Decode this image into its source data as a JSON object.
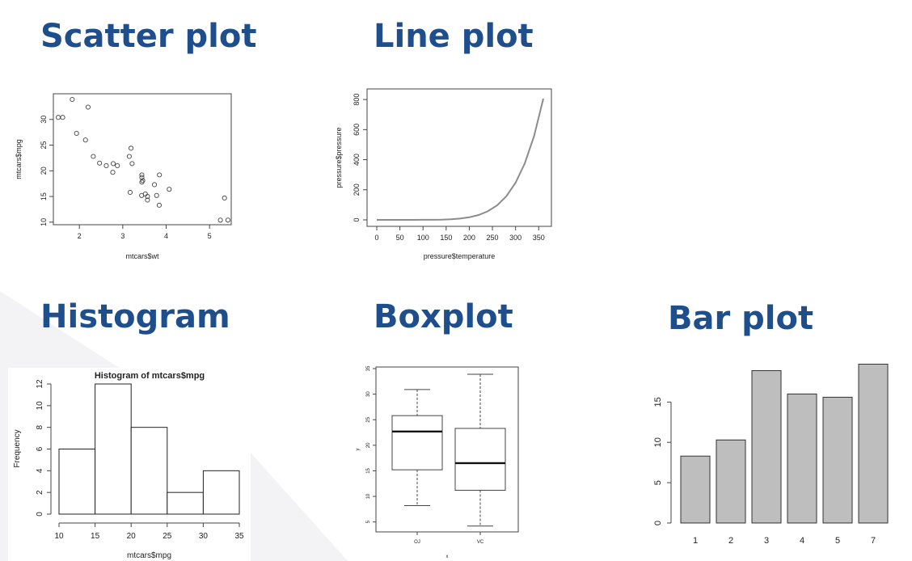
{
  "headings": {
    "scatter": "Scatter plot",
    "line": "Line plot",
    "histogram": "Histogram",
    "boxplot": "Boxplot",
    "bar": "Bar plot"
  },
  "colors": {
    "heading": "#1f4e8c",
    "bar_fill": "#bebebe",
    "line": "#8c8c8c",
    "background_shape": "#f3f3f5"
  },
  "chart_data": [
    {
      "id": "scatter",
      "type": "scatter",
      "xlabel": "mtcars$wt",
      "ylabel": "mtcars$mpg",
      "xlim": [
        1.4,
        5.5
      ],
      "ylim": [
        9.5,
        35
      ],
      "xticks": [
        2,
        3,
        4,
        5
      ],
      "yticks": [
        10,
        15,
        20,
        25,
        30
      ],
      "x": [
        2.62,
        2.875,
        2.32,
        3.215,
        3.44,
        3.46,
        3.57,
        3.19,
        3.15,
        3.44,
        3.44,
        4.07,
        3.73,
        3.78,
        5.25,
        5.424,
        5.345,
        2.2,
        1.615,
        1.835,
        2.465,
        3.52,
        3.435,
        3.84,
        3.845,
        1.935,
        2.14,
        1.513,
        3.17,
        2.77,
        3.57,
        2.78
      ],
      "y": [
        21,
        21,
        22.8,
        21.4,
        18.7,
        18.1,
        14.3,
        24.4,
        22.8,
        19.2,
        17.8,
        16.4,
        17.3,
        15.2,
        10.4,
        10.4,
        14.7,
        32.4,
        30.4,
        33.9,
        21.5,
        15.5,
        15.2,
        13.3,
        19.2,
        27.3,
        26,
        30.4,
        15.8,
        19.7,
        15,
        21.4
      ]
    },
    {
      "id": "line",
      "type": "line",
      "xlabel": "pressure$temperature",
      "ylabel": "pressure$pressure",
      "xlim": [
        0,
        360
      ],
      "ylim": [
        0,
        806
      ],
      "xticks": [
        0,
        50,
        100,
        150,
        200,
        250,
        300,
        350
      ],
      "yticks": [
        0,
        200,
        400,
        600,
        800
      ],
      "x": [
        0,
        20,
        40,
        60,
        80,
        100,
        120,
        140,
        160,
        180,
        200,
        220,
        240,
        260,
        280,
        300,
        320,
        340,
        360
      ],
      "y": [
        0.0002,
        0.0012,
        0.006,
        0.03,
        0.09,
        0.27,
        0.75,
        1.85,
        4.2,
        8.8,
        17.3,
        32.1,
        57,
        96,
        157,
        247,
        376,
        558,
        806
      ]
    },
    {
      "id": "histogram",
      "type": "bar",
      "title": "Histogram of mtcars$mpg",
      "xlabel": "mtcars$mpg",
      "ylabel": "Frequency",
      "bins": [
        10,
        15,
        20,
        25,
        30,
        35
      ],
      "values": [
        6,
        12,
        8,
        2,
        4
      ],
      "xticks": [
        10,
        15,
        20,
        25,
        30,
        35
      ],
      "yticks": [
        0,
        2,
        4,
        6,
        8,
        10,
        12
      ],
      "ylim": [
        0,
        12
      ]
    },
    {
      "id": "boxplot",
      "type": "box",
      "xlabel": "x",
      "ylabel": "y",
      "ylim": [
        4,
        35
      ],
      "yticks": [
        5,
        10,
        15,
        20,
        25,
        30,
        35
      ],
      "categories": [
        "OJ",
        "VC"
      ],
      "boxes": [
        {
          "min": 8.2,
          "q1": 15.2,
          "median": 22.7,
          "q3": 25.8,
          "max": 30.9
        },
        {
          "min": 4.2,
          "q1": 11.2,
          "median": 16.5,
          "q3": 23.3,
          "max": 33.9
        }
      ]
    },
    {
      "id": "bar",
      "type": "bar",
      "categories": [
        "1",
        "2",
        "3",
        "4",
        "5",
        "7"
      ],
      "values": [
        8.3,
        10.3,
        18.9,
        16,
        15.6,
        19.7
      ],
      "yticks": [
        0,
        5,
        10,
        15
      ],
      "ylim": [
        0,
        20
      ]
    }
  ]
}
